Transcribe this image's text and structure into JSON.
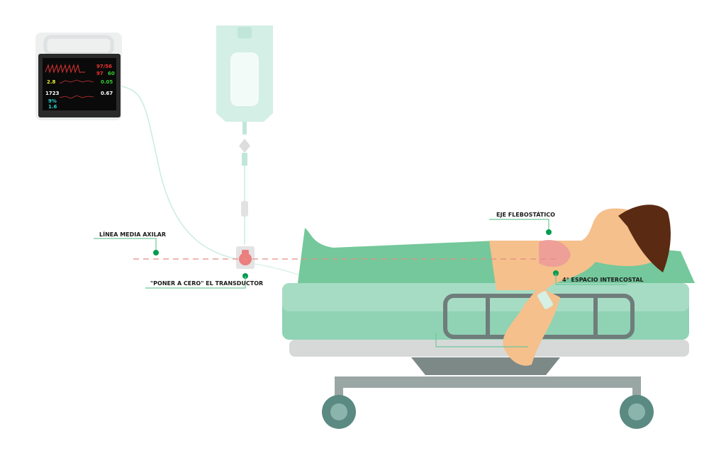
{
  "labels": {
    "axillary_line": "LÍNEA MEDIA AXILAR",
    "zero_transducer": "\"PONER A CERO\" EL TRANSDUCTOR",
    "phlebostatic_axis": "EJE FLEBOSTÁTICO",
    "intercostal": "4° ESPACIO INTERCOSTAL"
  },
  "monitor": {
    "bp": "97/56",
    "hr": "97",
    "spo2": "60",
    "val1": "2.8",
    "val2": "1723",
    "val3": "0.05",
    "val4": "0.67",
    "val5": "9%",
    "val6": "1.6"
  },
  "colors": {
    "bed": "#8fd3b4",
    "accent": "#009b4e",
    "skin": "#f5c08c",
    "hair": "#5a2a12",
    "wheel": "#5a8a82"
  }
}
